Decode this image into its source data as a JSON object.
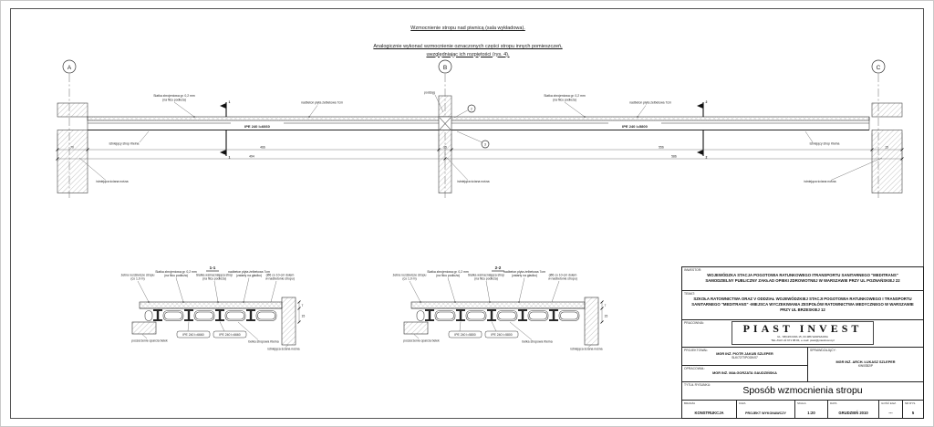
{
  "notes": {
    "line1": "Wzmocnienie stropu nad piwnicą (sala wykładowa).",
    "line2": "Analogicznie wykonać wzmocnienie oznaczonych części stropu innych pomieszczeń,",
    "line3": "uwzględniając ich rozpiętości (rys. 4)."
  },
  "axes": {
    "a": "A",
    "b": "B",
    "c": "C"
  },
  "elevation": {
    "beam_left": "IPE 240 l=6660",
    "beam_right": "IPE 240 l=5800",
    "siatka1": "Siatka zbrojeniowa gr. 0,2 mm",
    "siatka2": "(na filcu podłoża)",
    "nadbeton": "nadbeton płyta żelbetowa 7cm",
    "podciag": "podciąg",
    "wall": "istniejąca ściana nośna",
    "klein": "istniejący strop Kleina",
    "cut1": "1",
    "cut2": "2",
    "call2": "2",
    "call3": "3",
    "dims": {
      "d70": "70",
      "d466": "466",
      "d494": "494",
      "d25": "25",
      "d556": "556",
      "d586": "586",
      "d15": "15"
    }
  },
  "sections": {
    "s1_title": "1-1",
    "s2_title": "2-2",
    "above1a": "żebra rozdzielcze stropu",
    "above1b": "(co 1,0 m)",
    "above2a": "Siatka zbrojeniowa gr. 0,2 mm",
    "above2b": "(na filcu podłoża)",
    "above3a": "Siatka wzmacniająca strop",
    "above3b": "(na filcu podłoża)",
    "above4a": "nadbeton płyta żelbetowa 7cm",
    "above4b": "(zatarty na gładko)",
    "note_a": "(Ø6 co 10-cm dołem",
    "note_b": "w nadbetonie stropu)",
    "bot1": "poszerzenie oparcia belek",
    "bot2": "belka stropowa Kleina",
    "bot3": "istniejąca ściana nośna",
    "dim7": "7",
    "dim15": "15"
  },
  "titleblock": {
    "inwestor_label": "INWESTOR:",
    "inwestor1": "WOJEWÓDZKA STACJA POGOTOWIA RATUNKOWEGO ITRANSPORTU SANITARNEGO \"MEDITRANS\"",
    "inwestor2": "SAMODZIELNY PUBLICZNY ZAKŁAD OPIEKI ZDROWOTNEJ  W WARSZAWIE PRZY UL POZNAŃSKIEJ 22",
    "temat_label": "TEMAT:",
    "temat1": "SZKOŁA RATOWNICTWA ORAZ V ODDZIAŁ WOJEWÓDZKIEJ STACJI POGOTOWIA RATUNKOWEGO I TRANSPORTU",
    "temat2": "SANITARNEGO \"MEDITRANS\" -MIEJSCA WYCZEKIWANIA ZESPOŁÓW RATOWNICTWA MEDYCZNEGO W WARSZAWIE",
    "temat3": "PRZY UL BRZESKIEJ 12",
    "pracownia_label": "PRACOWNIA:",
    "pracownia_name": "PIAST  INVEST",
    "pracownia_addr1": "UL. SĘCZKOWA 15, 03-986 WARSZAWA",
    "pracownia_addr2": "TEL./FAX 22 671 88 84, e-mail: piast@piastinvest.pl",
    "proj_label": "PROJEKTOWAŁ:",
    "proj_name": "MGR INŻ. PIOTR JAKUB SZLEPER",
    "proj_upr": "SLK/7277/POOK/07",
    "spr_label": "SPRAWDZAJĄCY:",
    "spr_name": "MGR INŻ. ARCH. ŁUKASZ SZLEPER",
    "spr_upr": "KW/0352/P",
    "opr_label": "OPRACOWAŁ:",
    "opr_name": "MGR INŻ. MAŁGORZATA GAUDZIŃSKA",
    "tytul_label": "TYTUŁ RYSUNKU:",
    "tytul": "Sposób wzmocnienia stropu",
    "cols": [
      {
        "h": "BRANŻA",
        "v": "KONSTRUKCJA"
      },
      {
        "h": "FAZA",
        "v": "PROJEKT WYKONAWCZY"
      },
      {
        "h": "SKALA",
        "v": "1:20"
      },
      {
        "h": "DATA",
        "v": "GRUDZIEŃ 2010"
      },
      {
        "h": "ILOŚĆ EGZ.",
        "v": "---"
      },
      {
        "h": "NR RYS.",
        "v": "5"
      }
    ]
  }
}
